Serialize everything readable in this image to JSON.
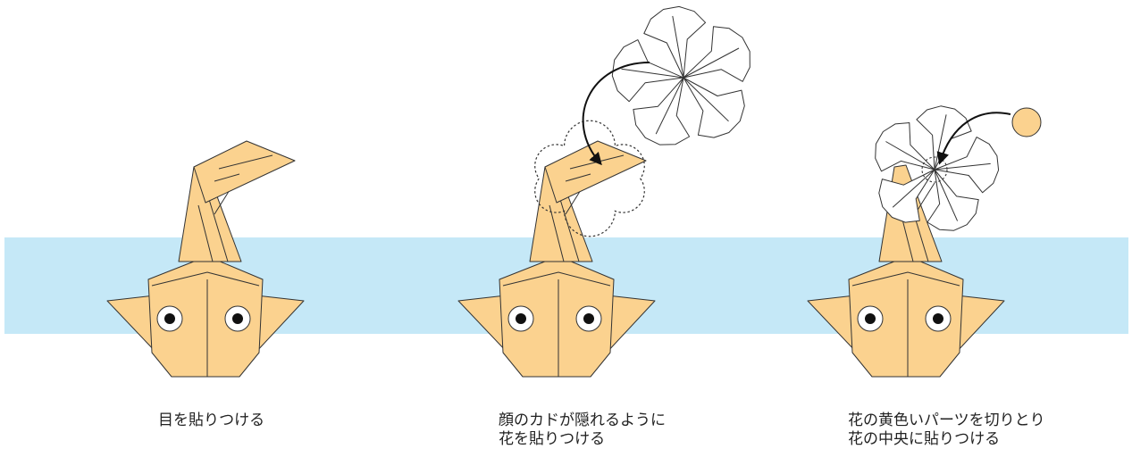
{
  "steps": [
    {
      "caption_lines": [
        "目を貼りつける"
      ]
    },
    {
      "caption_lines": [
        "顔のカドが隠れるように",
        "花を貼りつける"
      ]
    },
    {
      "caption_lines": [
        "花の黄色いパーツを切りとり",
        "花の中央に貼りつける"
      ]
    }
  ],
  "colors": {
    "band": "#c5e8f7",
    "body": "#fbd28f",
    "outline": "#333333",
    "petal": "#ffffff",
    "center_disc": "#fbd28f",
    "eye_white": "#ffffff",
    "pupil": "#111111"
  }
}
